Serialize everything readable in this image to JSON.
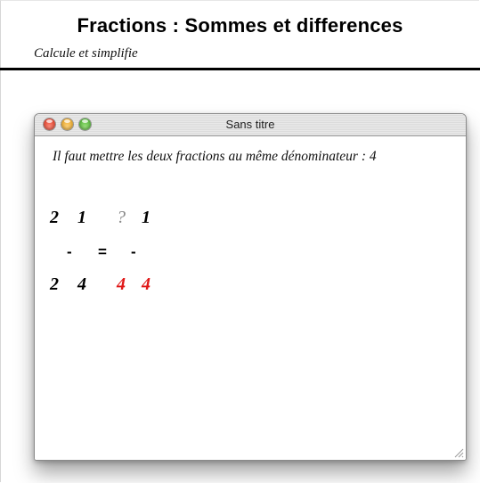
{
  "header": {
    "title": "Fractions : Sommes et differences",
    "subtitle": "Calcule et simplifie"
  },
  "window": {
    "title": "Sans titre",
    "instruction": "Il faut mettre les deux fractions au même dénominateur : 4",
    "exercise": {
      "fraction1": {
        "numerator": "2",
        "denominator": "2"
      },
      "fraction2": {
        "numerator": "1",
        "denominator": "4"
      },
      "result_left": {
        "numerator": "?",
        "denominator": "4"
      },
      "result_right": {
        "numerator": "1",
        "denominator": "4"
      },
      "operator": "-",
      "equals": "=",
      "operator2": "-"
    }
  },
  "colors": {
    "highlight": "#e01818",
    "placeholder": "#8a8a8a"
  }
}
